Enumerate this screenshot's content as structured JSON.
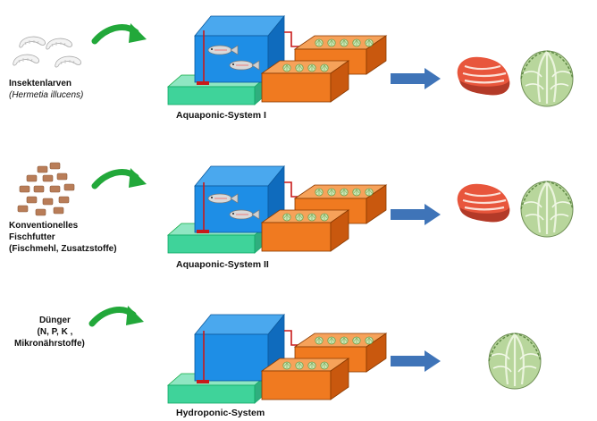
{
  "rows": [
    {
      "input_label_line1": "Insektenlarven",
      "input_label_line2": "(Hermetia illucens)",
      "input_icon": "larvae-icon",
      "system_label": "Aquaponic-System I",
      "has_fish": true,
      "outputs": [
        "salmon-fillet-icon",
        "lettuce-icon"
      ]
    },
    {
      "input_label_line1": "Konventionelles",
      "input_label_line2": "Fischfutter",
      "input_label_line3": "(Fischmehl, Zusatzstoffe)",
      "input_icon": "fish-feed-pellets-icon",
      "system_label": "Aquaponic-System II",
      "has_fish": true,
      "outputs": [
        "salmon-fillet-icon",
        "lettuce-icon"
      ]
    },
    {
      "input_label_line1": "Dünger",
      "input_label_line2": "(N, P, K ,",
      "input_label_line3": "Mikronährstoffe)",
      "input_icon": "fertilizer-icon",
      "system_label": "Hydroponic-System",
      "has_fish": false,
      "outputs": [
        "lettuce-icon"
      ]
    }
  ],
  "colors": {
    "tank_blue": "#1e8ee6",
    "tank_blue_dark": "#0f6bbd",
    "sump_green": "#3fd39a",
    "bed_orange": "#f07a20",
    "bed_orange_dark": "#c9580e",
    "pipe_red": "#c81a1a",
    "arrow_green": "#22a83a",
    "arrow_blue": "#3f74b8",
    "salmon": "#e8563c",
    "lettuce": "#8ab86a"
  }
}
